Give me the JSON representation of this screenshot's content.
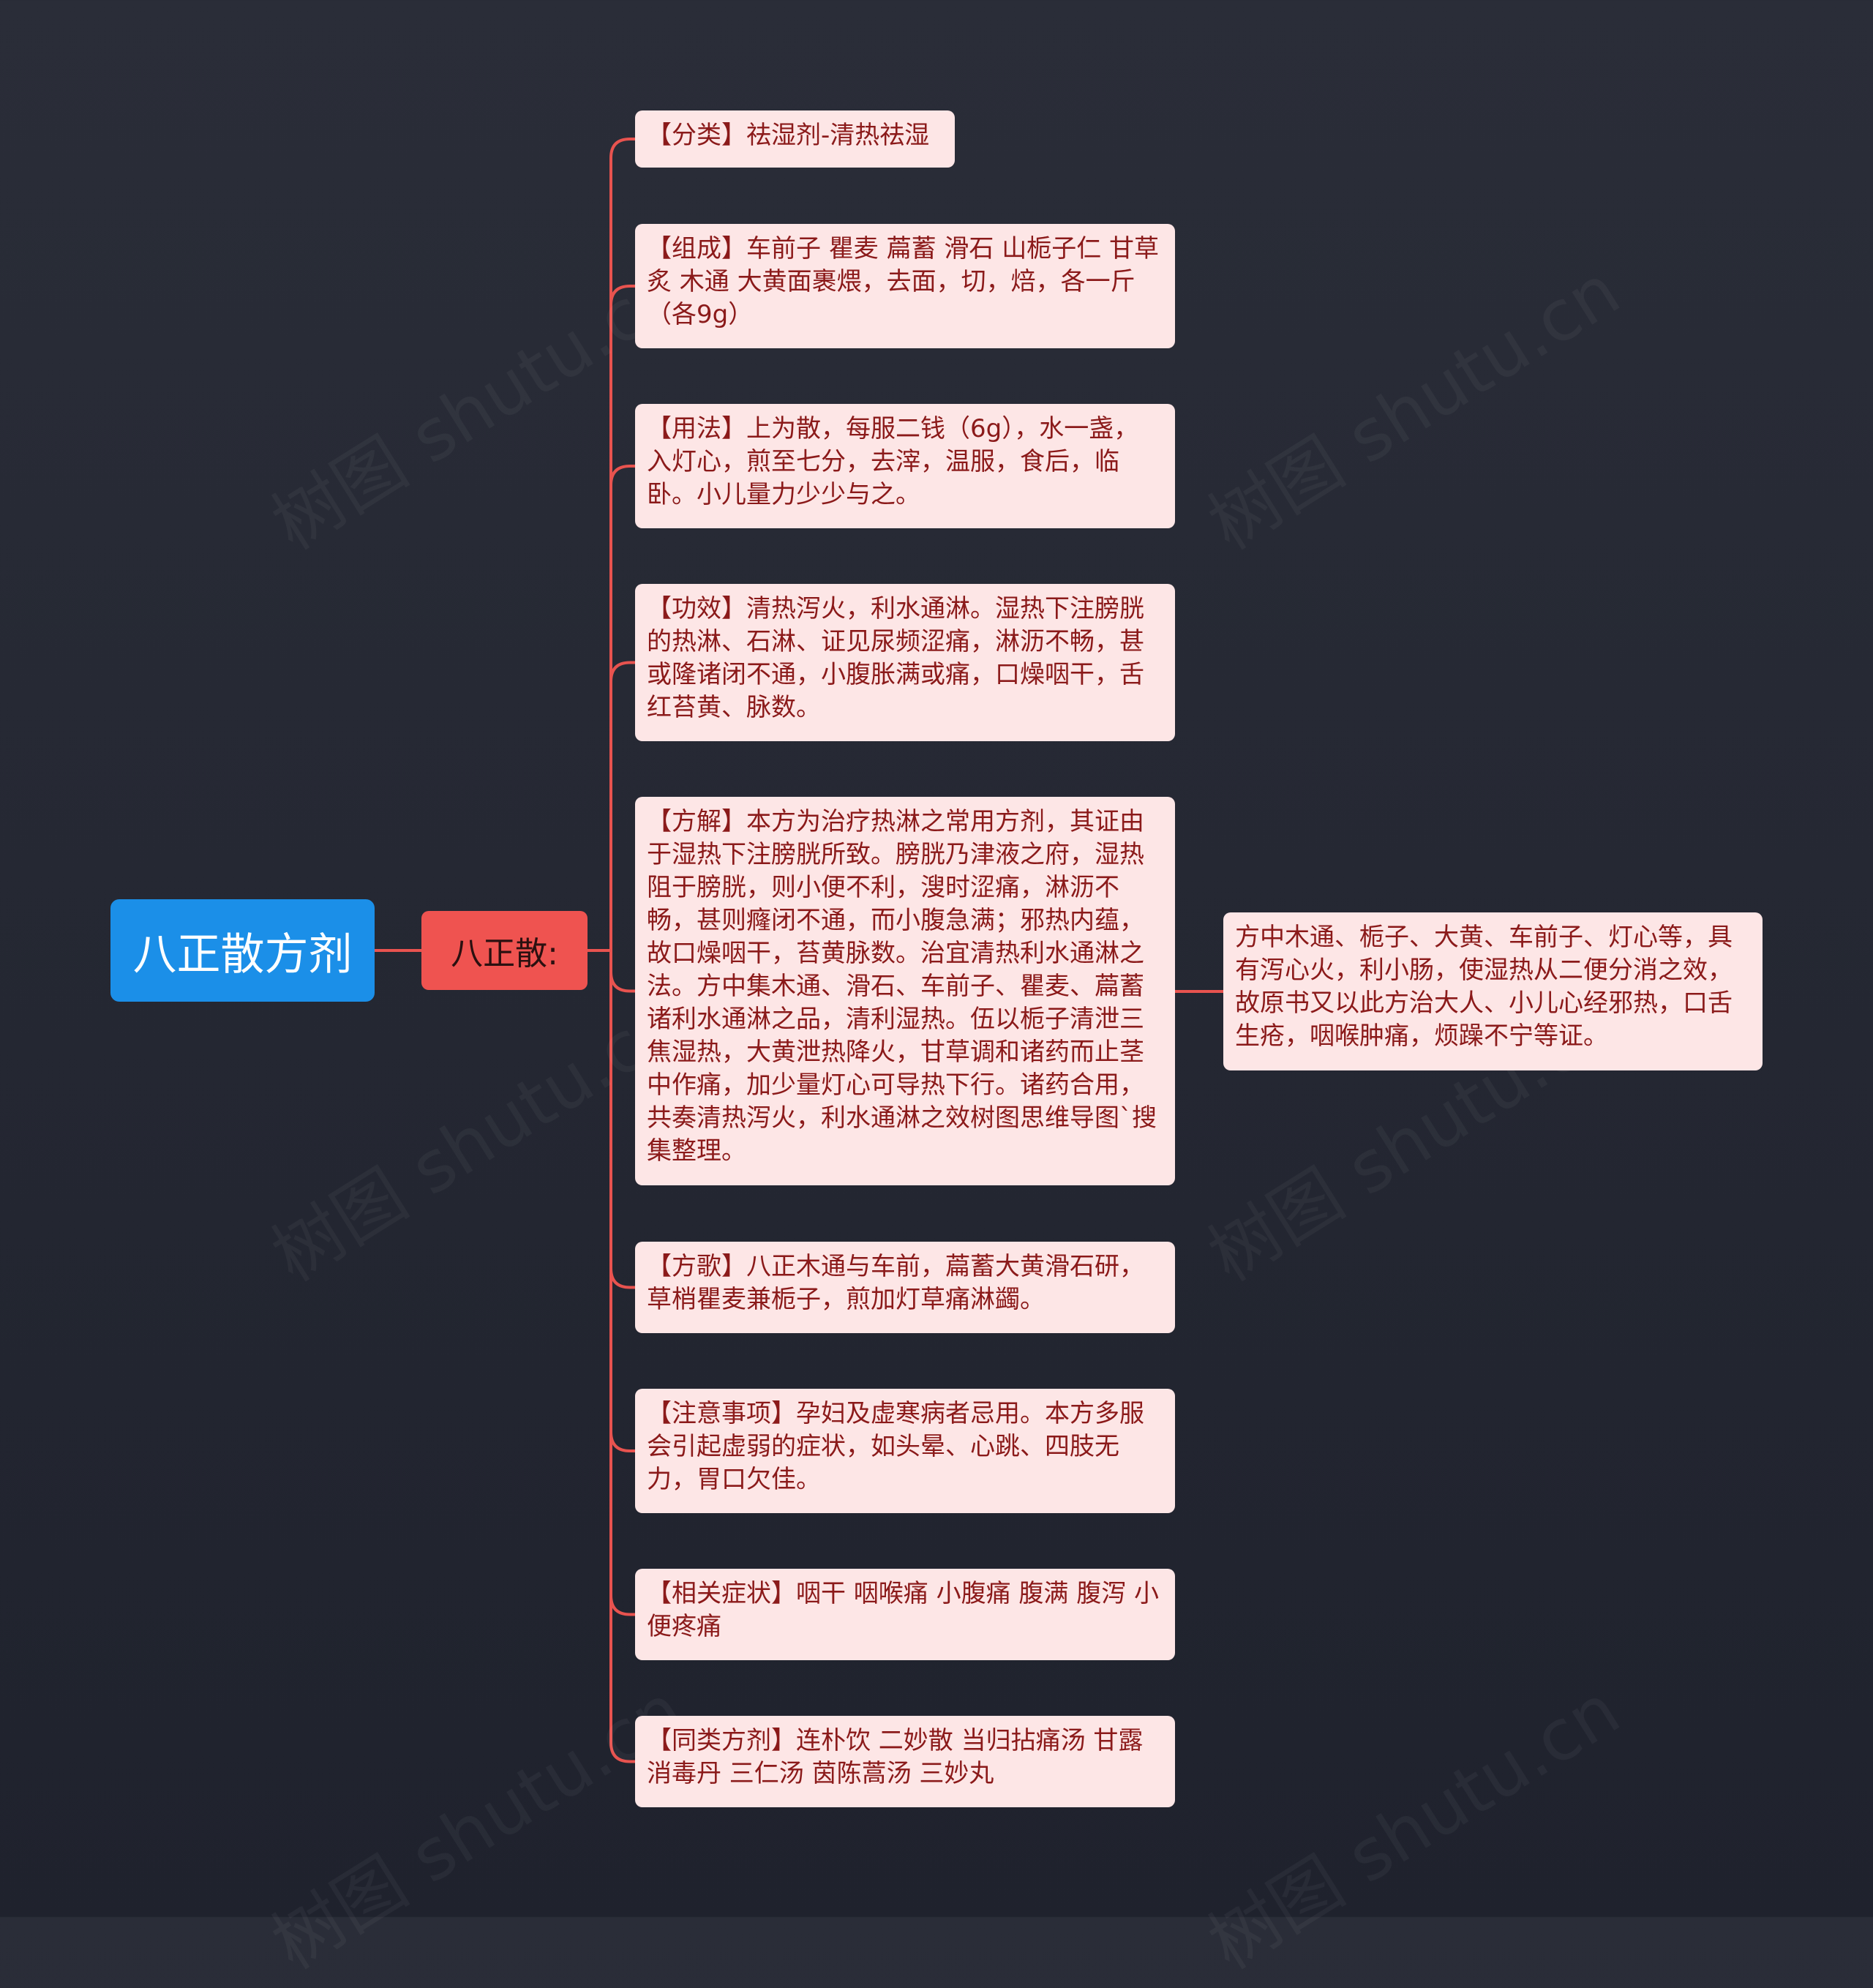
{
  "root": {
    "label": "八正散方剂"
  },
  "branch": {
    "label": "八正散:"
  },
  "leaves": [
    "【分类】祛湿剂-清热祛湿",
    "【组成】车前子 瞿麦 萹蓄 滑石 山栀子仁 甘草炙 木通 大黄面裹煨，去面，切，焙，各一斤（各9g）",
    "【用法】上为散，每服二钱（6g），水一盏，入灯心，煎至七分，去滓，温服，食后，临卧。小儿量力少少与之。",
    "【功效】清热泻火，利水通淋。湿热下注膀胱的热淋、石淋、证见尿频涩痛，淋沥不畅，甚或隆诸闭不通，小腹胀满或痛，口燥咽干，舌红苔黄、脉数。",
    "【方解】本方为治疗热淋之常用方剂，其证由于湿热下注膀胱所致。膀胱乃津液之府，湿热阻于膀胱，则小便不利，溲时涩痛，淋沥不畅，甚则癃闭不通，而小腹急满；邪热内蕴，故口燥咽干，苔黄脉数。治宜清热利水通淋之法。方中集木通、滑石、车前子、瞿麦、萹蓄诸利水通淋之品，清利湿热。伍以栀子清泄三焦湿热，大黄泄热降火，甘草调和诸药而止茎中作痛，加少量灯心可导热下行。诸药合用，共奏清热泻火，利水通淋之效树图思维导图`搜集整理。",
    "【方歌】八正木通与车前，萹蓄大黄滑石研，草梢瞿麦兼栀子，煎加灯草痛淋蠲。",
    "【注意事项】孕妇及虚寒病者忌用。本方多服会引起虚弱的症状，如头晕、心跳、四肢无力，胃口欠佳。",
    "【相关症状】咽干 咽喉痛 小腹痛 腹满 腹泻 小便疼痛",
    "【同类方剂】连朴饮 二妙散 当归拈痛汤 甘露消毒丹 三仁汤 茵陈蒿汤 三妙丸"
  ],
  "side_leaf": "方中木通、栀子、大黄、车前子、灯心等，具有泻心火，利小肠，使湿热从二便分消之效，故原书又以此方治大人、小儿心经邪热，口舌生疮，咽喉肿痛，烦躁不宁等证。",
  "watermark": "树图 shutu.cn",
  "colors": {
    "root_bg": "#1b8fe8",
    "branch_bg": "#ef5350",
    "leaf_bg": "#fde6e6",
    "leaf_text": "#8b1a1a",
    "link": "#e8534f",
    "background": "#23262f"
  }
}
